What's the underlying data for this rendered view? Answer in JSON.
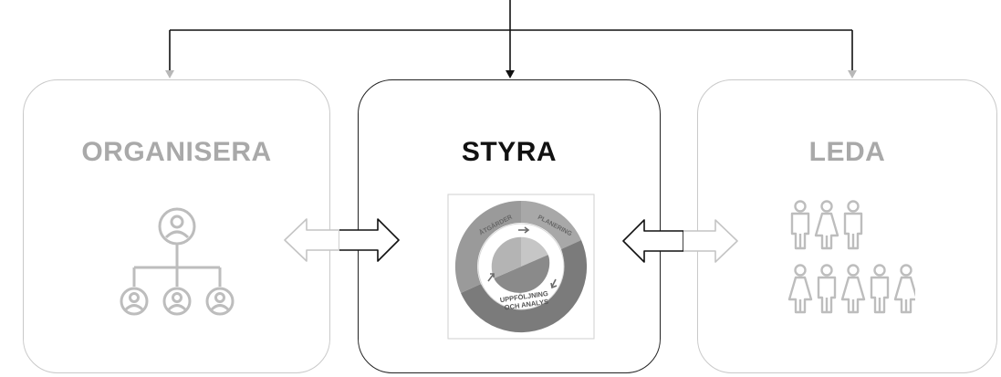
{
  "boxes": {
    "left": {
      "title": "ORGANISERA"
    },
    "center": {
      "title": "STYRA"
    },
    "right": {
      "title": "LEDA"
    }
  },
  "cycle": {
    "top_left_label": "ÅTGÄRDER",
    "top_right_label": "PLANERING",
    "bottom_label_line1": "UPPFÖLJNING",
    "bottom_label_line2": "OCH ANALYS"
  },
  "icons": {
    "left": "org-chart-icon",
    "center": "management-cycle-icon",
    "right": "people-group-icon"
  },
  "colors": {
    "active": "#222222",
    "inactive": "#c4c4c4",
    "ring_dark": "#7d7d7d",
    "ring_mid": "#a3a3a3",
    "ring_light": "#c2c2c2"
  }
}
